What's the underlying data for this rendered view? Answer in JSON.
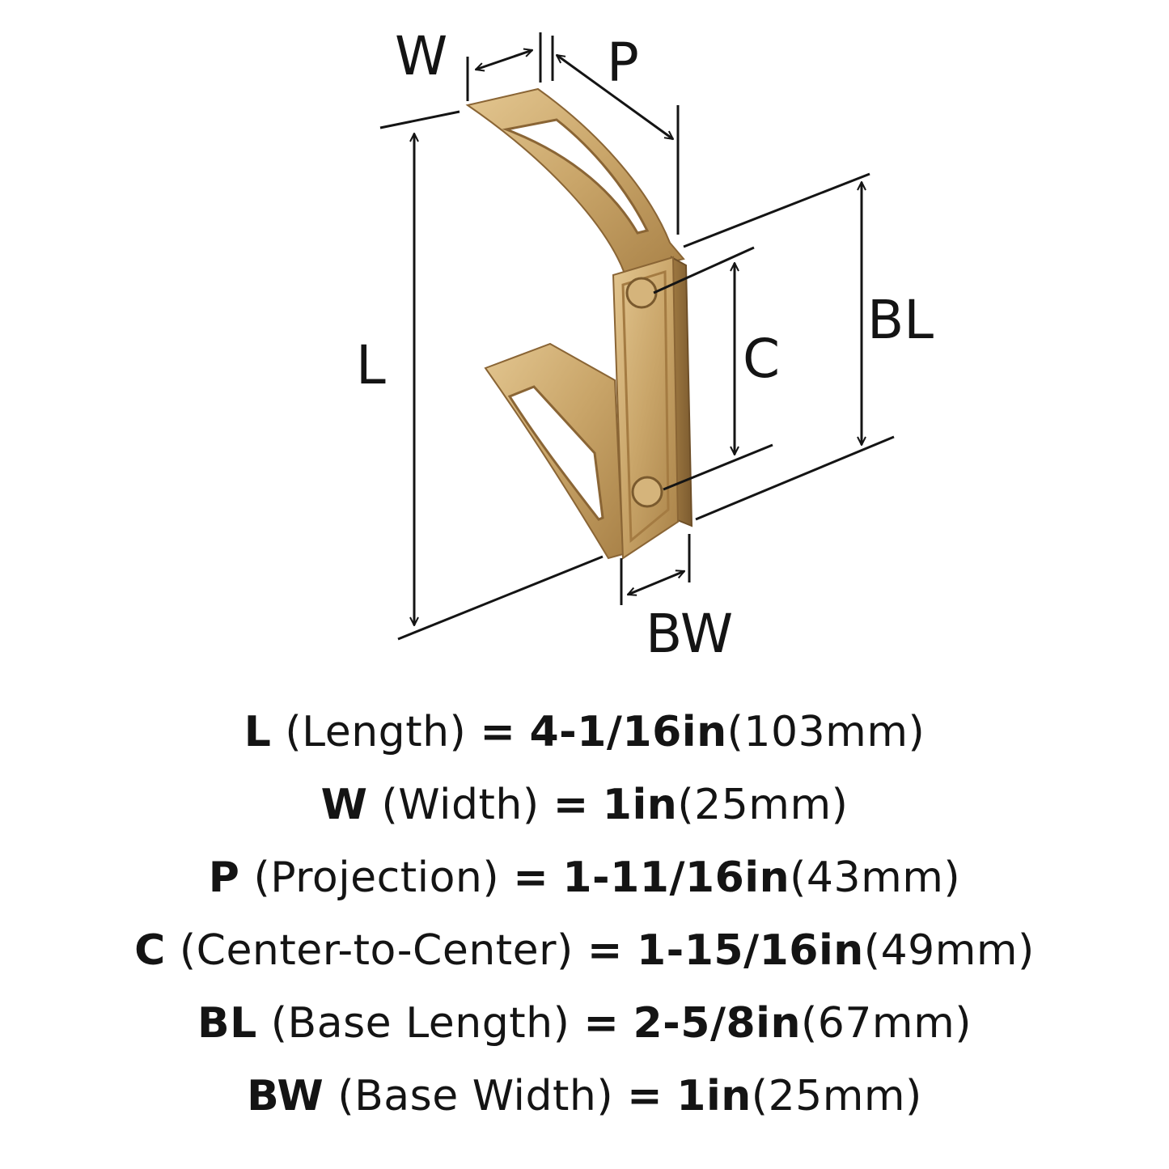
{
  "diagram": {
    "finish_color": "#c9a569",
    "line_color": "#141414",
    "labels": {
      "w": "W",
      "p": "P",
      "l": "L",
      "c": "C",
      "bl": "BL",
      "bw": "BW"
    }
  },
  "specs": [
    {
      "code": "L",
      "desc": "(Length)",
      "eq": "=",
      "imperial": "4-1/16in",
      "metric": "(103mm)"
    },
    {
      "code": "W",
      "desc": "(Width)",
      "eq": "=",
      "imperial": "1in",
      "metric": "(25mm)"
    },
    {
      "code": "P",
      "desc": "(Projection)",
      "eq": "=",
      "imperial": "1-11/16in",
      "metric": "(43mm)"
    },
    {
      "code": "C",
      "desc": "(Center-to-Center)",
      "eq": "=",
      "imperial": "1-15/16in",
      "metric": "(49mm)"
    },
    {
      "code": "BL",
      "desc": "(Base Length)",
      "eq": "=",
      "imperial": "2-5/8in",
      "metric": "(67mm)"
    },
    {
      "code": "BW",
      "desc": "(Base Width)",
      "eq": "=",
      "imperial": "1in",
      "metric": "(25mm)"
    }
  ]
}
